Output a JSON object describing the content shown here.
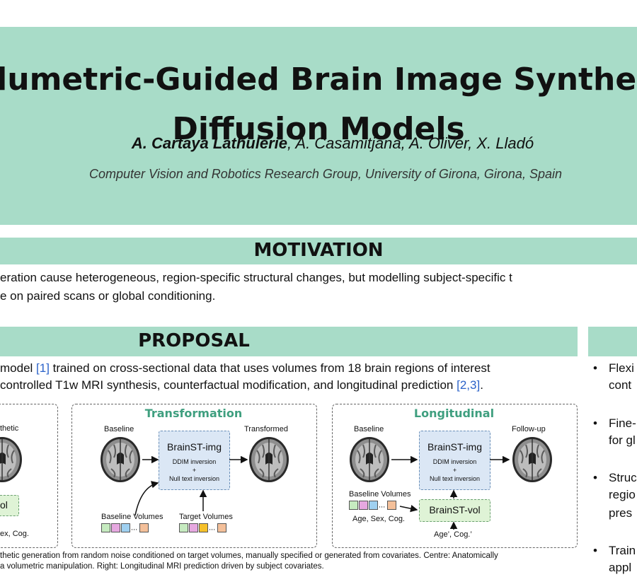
{
  "header": {
    "title_line1": "Volumetric-Guided Brain Image Synthesis",
    "title_line2": "Diffusion Models",
    "author_first": "A. Cartaya Lathulerie",
    "authors_rest": ", A. Casamitjana, A. Oliver, X. Lladó",
    "affiliation": "Computer Vision and Robotics Research Group, University of Girona, Girona, Spain"
  },
  "motivation": {
    "title": "MOTIVATION",
    "line1": "eration cause heterogeneous, region-specific structural changes, but modelling subject-specific t",
    "line2": "e on paired scans or global conditioning."
  },
  "proposal": {
    "title": "PROPOSAL",
    "line1_a": "model ",
    "line1_cite": "[1]",
    "line1_b": " trained on cross-sectional data that uses volumes from 18 brain regions of interest",
    "line2_a": "controlled T1w MRI synthesis, counterfactual modification, and longitudinal prediction ",
    "line2_cite": "[2,3]",
    "line2_b": "."
  },
  "figure": {
    "left": {
      "top_label": "thetic",
      "box_label": "vol",
      "bottom_label": "ex, Cog."
    },
    "transformation": {
      "title": "Transformation",
      "baseline": "Baseline",
      "transformed": "Transformed",
      "box_title": "BrainST-img",
      "box_sub1": "DDIM inversion",
      "box_sub2": "+",
      "box_sub3": "Null text inversion",
      "baseline_volumes": "Baseline Volumes",
      "target_volumes": "Target Volumes",
      "ellipsis": "..."
    },
    "longitudinal": {
      "title": "Longitudinal",
      "baseline": "Baseline",
      "followup": "Follow-up",
      "box_title": "BrainST-img",
      "box_sub1": "DDIM inversion",
      "box_sub2": "+",
      "box_sub3": "Null text inversion",
      "baseline_volumes": "Baseline Volumes",
      "vol_box": "BrainST-vol",
      "covariates": "Age, Sex, Cog.",
      "covariates_new": "Age’, Cog.’",
      "ellipsis": "..."
    },
    "caption_line1": "thetic generation from random noise conditioned on target volumes, manually specified or generated from covariates. Centre: Anatomically",
    "caption_line2": "a volumetric manipulation. Right: Longitudinal MRI prediction driven by subject covariates."
  },
  "right_column": {
    "bullets": [
      {
        "line1": "Flexi",
        "line2": "cont"
      },
      {
        "line1": "Fine-",
        "line2": "for gl"
      },
      {
        "line1": "Struc",
        "line2": "regio",
        "line3": "pres"
      },
      {
        "line1": "Train",
        "line2": "appl"
      }
    ]
  },
  "colors": {
    "header_bg": "#a8dcc8",
    "panel_title": "#3f9f7f",
    "citation": "#2c63c9",
    "img_box": "#dbe7f5",
    "vol_box": "#dff3d6"
  }
}
